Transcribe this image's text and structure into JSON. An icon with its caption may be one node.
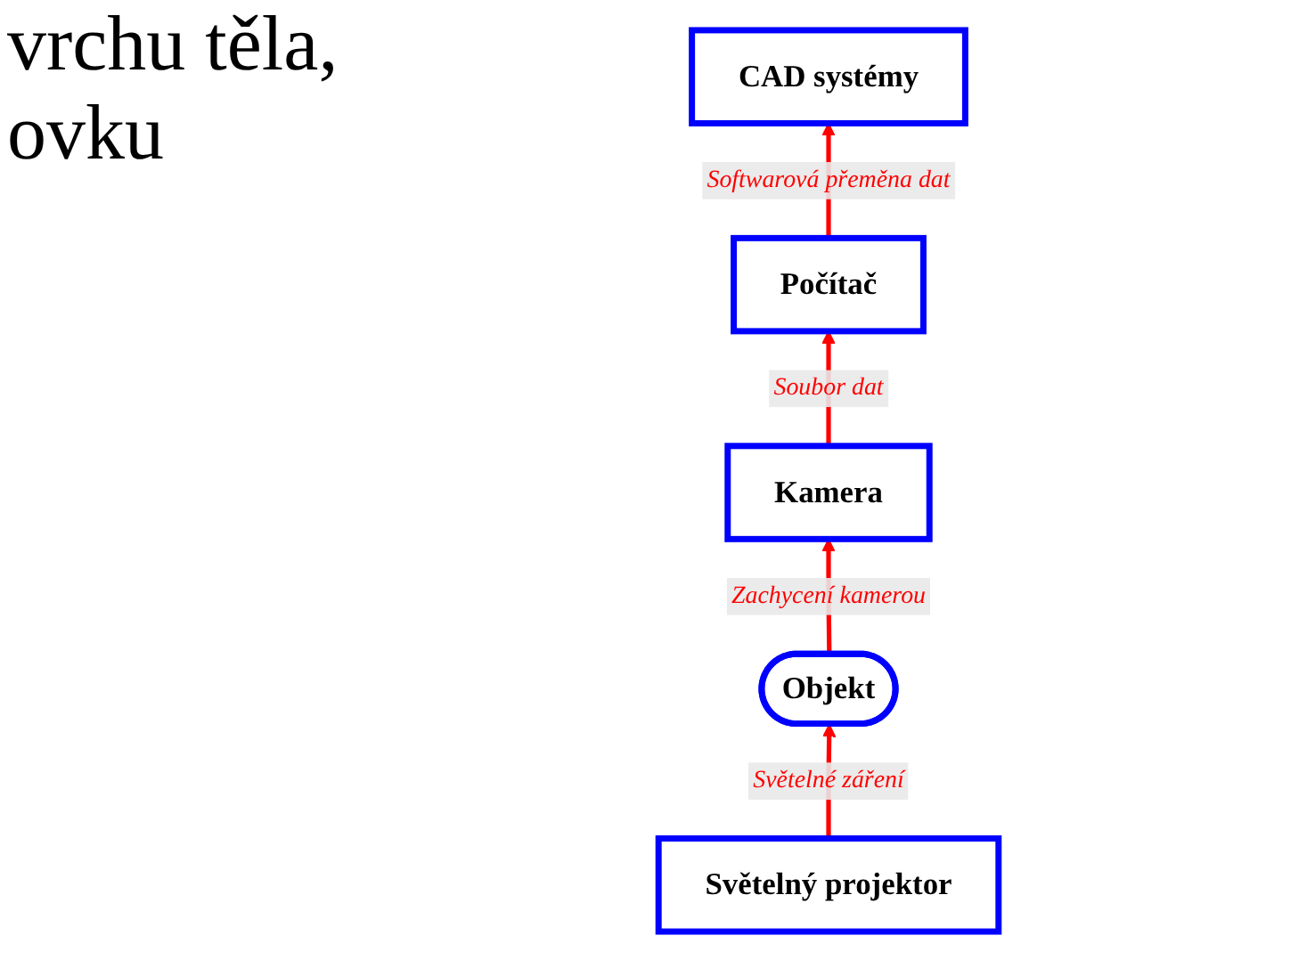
{
  "diagram": {
    "nodes": [
      {
        "text": [
          "Počítač"
        ]
      },
      {
        "text": [
          "CAD systémy"
        ]
      },
      {
        "text": [
          "Světelný projektor"
        ]
      },
      {
        "text": [
          "Kamera"
        ]
      },
      {
        "text": [
          "Objekt"
        ]
      }
    ],
    "edges": [
      {
        "from": 0,
        "to": 1,
        "arrow": "to",
        "label": "Softwarová přeměna dat"
      },
      {
        "from": 3,
        "to": 0,
        "arrow": "to",
        "label": "Soubor dat"
      },
      {
        "from": 2,
        "to": 4,
        "arrow": "to",
        "label": "Světelné záření"
      },
      {
        "from": 4,
        "to": 3,
        "arrow": "to",
        "label": "Zachycení kamerou"
      }
    ],
    "labels": [
      "vrchu těla,",
      "ovku"
    ]
  }
}
